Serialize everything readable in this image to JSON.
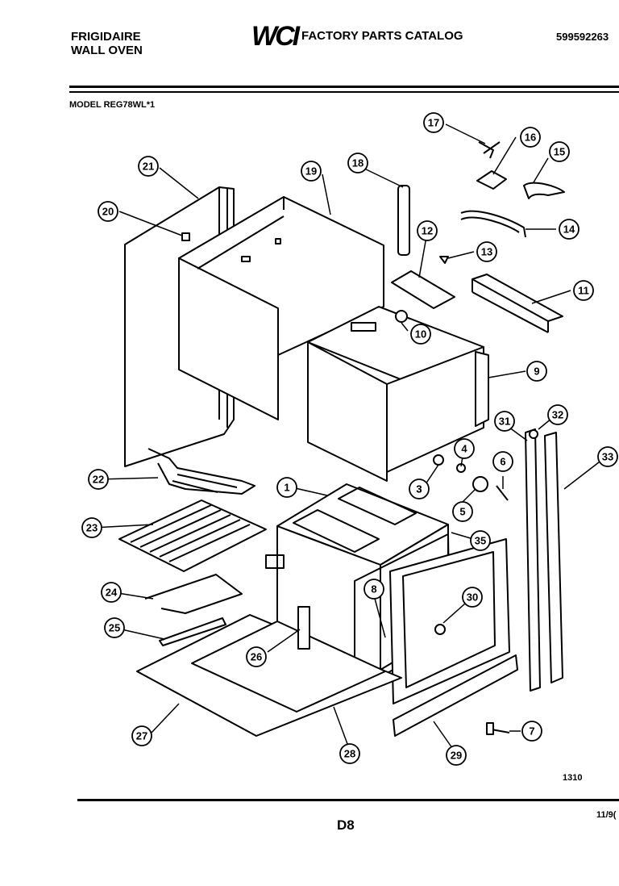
{
  "header": {
    "brand_line1": "FRIGIDAIRE",
    "brand_line2": "WALL OVEN",
    "logo_text": "WCI",
    "catalog_title": "FACTORY PARTS CATALOG",
    "catalog_number": "599592263"
  },
  "model_label": "MODEL REG78WL*1",
  "footer": {
    "ref_number": "1310",
    "page_id": "D8",
    "date": "11/9("
  },
  "callouts": [
    "1",
    "3",
    "4",
    "5",
    "6",
    "7",
    "8",
    "9",
    "10",
    "11",
    "12",
    "13",
    "14",
    "15",
    "16",
    "17",
    "18",
    "19",
    "20",
    "21",
    "22",
    "23",
    "24",
    "25",
    "26",
    "27",
    "28",
    "29",
    "30",
    "31",
    "32",
    "33",
    "35",
    "3"
  ]
}
